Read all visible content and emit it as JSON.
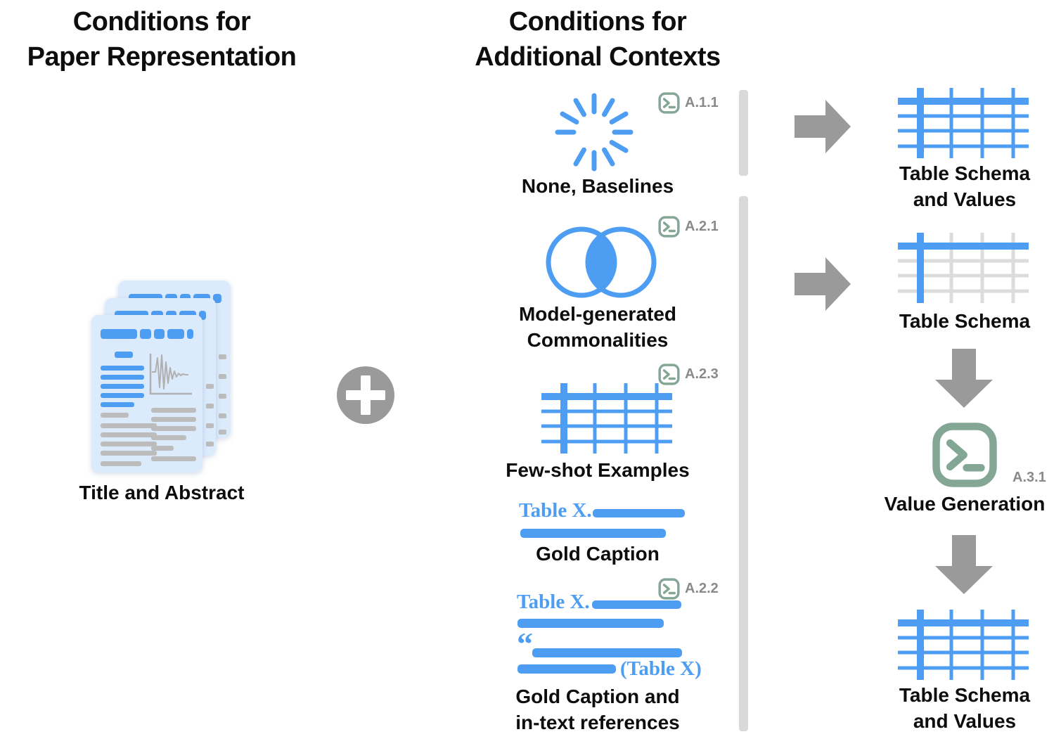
{
  "colors": {
    "accent-blue": "#4d9df3",
    "page-blue": "#dcebfc",
    "arrow-gray": "#9a9a9a",
    "divider-gray": "#d9d9d9",
    "terminal-green": "#83a695",
    "badge-gray": "#8a8a8a",
    "doc-line-gray": "#bcbcbc",
    "schema-line-gray": "#dcdcdc",
    "text-black": "#0d0d0d"
  },
  "left_panel": {
    "title_line1": "Conditions for",
    "title_line2": "Paper Representation",
    "doc_label": "Title and Abstract"
  },
  "middle_panel": {
    "title_line1": "Conditions for",
    "title_line2": "Additional Contexts",
    "items": [
      {
        "icon": "spinner-icon",
        "badge": "A.1.1",
        "label_line1": "None, Baselines"
      },
      {
        "icon": "venn-diagram-icon",
        "badge": "A.2.1",
        "label_line1": "Model-generated",
        "label_line2": "Commonalities"
      },
      {
        "icon": "table-grid-icon",
        "badge": "A.2.3",
        "label_line1": "Few-shot Examples"
      },
      {
        "icon": "caption-lines-icon",
        "caption_prefix": "Table X.",
        "label_line1": "Gold Caption"
      },
      {
        "icon": "caption-reference-lines-icon",
        "badge": "A.2.2",
        "caption_prefix": "Table X.",
        "quote_mark": "“",
        "reference_text": "(Table X)",
        "label_line1": "Gold Caption and",
        "label_line2": "in-text references"
      }
    ]
  },
  "right_panel": {
    "steps": [
      {
        "icon": "table-full-icon",
        "label_line1": "Table Schema",
        "label_line2": "and Values"
      },
      {
        "icon": "table-schema-icon",
        "label_line1": "Table Schema"
      },
      {
        "icon": "terminal-icon",
        "badge": "A.3.1",
        "label_line1": "Value Generation"
      },
      {
        "icon": "table-full-icon",
        "label_line1": "Table Schema",
        "label_line2": "and Values"
      }
    ]
  }
}
